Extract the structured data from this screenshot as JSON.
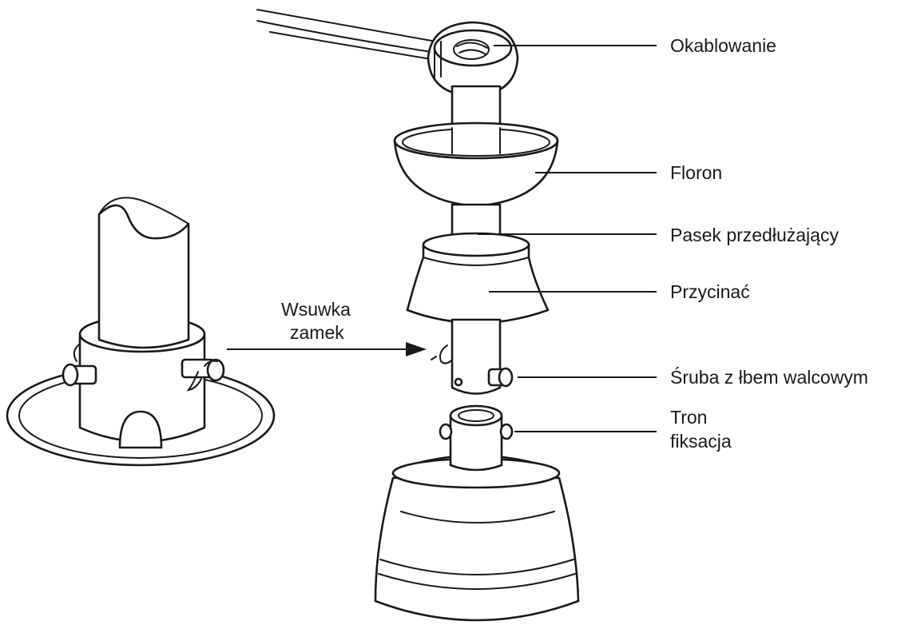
{
  "labels": {
    "wiring": "Okablowanie",
    "canopy": "Floron",
    "extension_rod": "Pasek przedłużający",
    "trim": "Przycinać",
    "pin_screw": "Śruba z łbem walcowym",
    "fix_line1": "Tron",
    "fix_line2": "fiksacja",
    "lock_line1": "Wsuwka",
    "lock_line2": "zamek"
  },
  "colors": {
    "line": "#1a1a1a",
    "fill": "#ffffff"
  },
  "icons": {
    "pointer_arrow": "arrowhead-right"
  }
}
